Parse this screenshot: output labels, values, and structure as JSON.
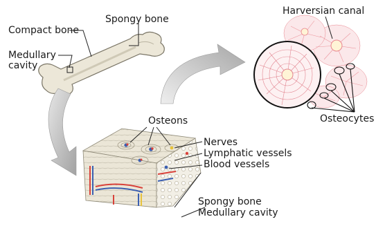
{
  "labels": {
    "compact_bone": "Compact bone",
    "spongy_bone_top": "Spongy bone",
    "medullary_cavity_top": "Medullary\ncavity",
    "medullary_line1": "Medullary",
    "medullary_line2": "cavity",
    "harversian_canal": "Harversian canal",
    "osteocytes": "Osteocytes",
    "osteons": "Osteons",
    "nerves": "Nerves",
    "lymphatic_vessels": "Lymphatic vessels",
    "blood_vessels": "Blood vessels",
    "spongy_bone_bottom": "Spongy bone",
    "medullary_cavity_bottom": "Medullary cavity"
  },
  "colors": {
    "bone_fill": "#e8e3d3",
    "bone_stroke": "#7a7566",
    "arrow": "#a8a8a8",
    "cell_pink": "#e9868f",
    "nerve": "#e7c23a",
    "artery": "#d9413a",
    "vein": "#3b5fb0"
  }
}
